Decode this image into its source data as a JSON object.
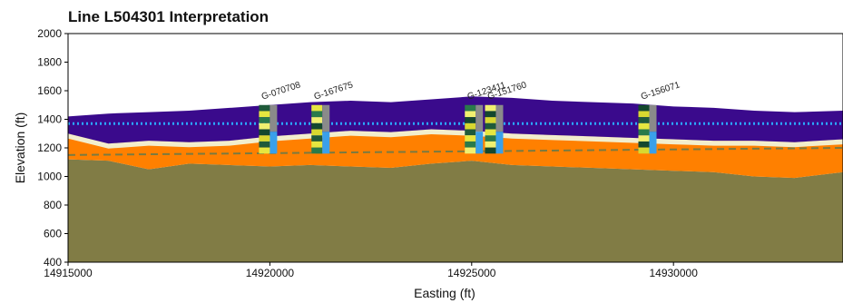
{
  "chart_data": {
    "type": "area",
    "title": "Line L504301 Interpretation",
    "xlabel": "Easting (ft)",
    "ylabel": "Elevation (ft)",
    "xlim": [
      14915000,
      14934200
    ],
    "ylim": [
      400,
      2000
    ],
    "x_ticks": [
      14915000,
      14920000,
      14925000,
      14930000
    ],
    "x_tick_labels": [
      "14915000",
      "14920000",
      "14925000",
      "14930000"
    ],
    "y_ticks": [
      400,
      600,
      800,
      1000,
      1200,
      1400,
      1600,
      1800,
      2000
    ],
    "y_tick_labels": [
      "400",
      "600",
      "800",
      "1000",
      "1200",
      "1400",
      "1600",
      "1800",
      "2000"
    ],
    "grid": false,
    "colors": {
      "top_layer": "#3a0a8c",
      "middle_layer": "#ff8000",
      "bottom_layer": "#817c45",
      "thin_layer": "#f2eecd",
      "water_line": "#2aa8ff",
      "dashed_line": "#7a7a40",
      "well_gray": "#8a8a8a",
      "well_blue": "#3aa0ea"
    },
    "surfaces": {
      "x": [
        14915000,
        14916000,
        14917000,
        14918000,
        14919000,
        14920000,
        14921000,
        14922000,
        14923000,
        14924000,
        14925000,
        14926000,
        14927000,
        14928000,
        14929000,
        14930000,
        14931000,
        14932000,
        14933000,
        14934200
      ],
      "top": [
        1420,
        1440,
        1450,
        1460,
        1480,
        1500,
        1520,
        1530,
        1520,
        1540,
        1560,
        1550,
        1530,
        1520,
        1510,
        1490,
        1480,
        1460,
        1450,
        1460
      ],
      "top_layer_base": [
        1300,
        1230,
        1250,
        1240,
        1250,
        1280,
        1300,
        1320,
        1310,
        1330,
        1320,
        1300,
        1290,
        1280,
        1270,
        1260,
        1250,
        1250,
        1240,
        1260
      ],
      "middle_layer_base": [
        1120,
        1110,
        1050,
        1090,
        1080,
        1070,
        1080,
        1070,
        1060,
        1090,
        1110,
        1080,
        1070,
        1060,
        1050,
        1040,
        1030,
        1000,
        990,
        1030
      ],
      "bottom_base": 400
    },
    "water_table": 1370,
    "dashed_line": [
      1150,
      1200
    ],
    "wells": [
      {
        "name": "G-070708",
        "x": 14920000
      },
      {
        "name": "G-167675",
        "x": 14921300
      },
      {
        "name": "G-123411",
        "x": 14925100
      },
      {
        "name": "G-151760",
        "x": 14925600
      },
      {
        "name": "G-156071",
        "x": 14929400
      }
    ]
  }
}
